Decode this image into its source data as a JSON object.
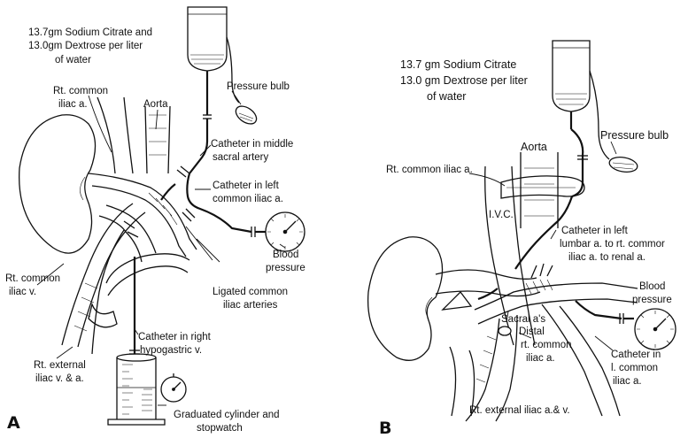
{
  "panel_a": {
    "letter": "A",
    "solution_lines": [
      "13.7gm Sodium Citrate and",
      "13.0gm Dextrose per liter",
      "of water"
    ],
    "pressure_bulb": "Pressure bulb",
    "rt_common_iliac_a": [
      "Rt. common",
      "iliac a."
    ],
    "aorta": "Aorta",
    "catheter_middle_sacral": [
      "Catheter in middle",
      "sacral artery"
    ],
    "catheter_left_common_iliac": [
      "Catheter in left",
      "common iliac a."
    ],
    "blood_pressure": [
      "Blood",
      "pressure"
    ],
    "rt_common_iliac_v": [
      "Rt. common",
      "iliac v."
    ],
    "ligated": [
      "Ligated common",
      "iliac arteries"
    ],
    "catheter_right_hypogastric": [
      "Catheter in right",
      "hypogastric v."
    ],
    "rt_external_iliac": [
      "Rt. external",
      "iliac v. & a."
    ],
    "graduated_cylinder": [
      "Graduated cylinder and",
      "stopwatch"
    ]
  },
  "panel_b": {
    "letter": "B",
    "solution_lines": [
      "13.7 gm Sodium Citrate",
      "13.0 gm Dextrose per liter",
      "of water"
    ],
    "pressure_bulb": "Pressure bulb",
    "aorta": "Aorta",
    "rt_common_iliac_a": "Rt. common iliac a.",
    "ivc": "I.V.C.",
    "catheter_lumbar": [
      "Catheter in left",
      "lumbar a. to rt. commor",
      "iliac a. to renal a."
    ],
    "blood_pressure": [
      "Blood",
      "pressure"
    ],
    "sacral": "Sacral a's",
    "distal": [
      "Distal",
      "rt. common",
      "iliac a."
    ],
    "catheter_l_common_iliac": [
      "Catheter in",
      "l. common",
      "iliac a."
    ],
    "rt_external_iliac": "Rt. external iliac a.& v."
  }
}
